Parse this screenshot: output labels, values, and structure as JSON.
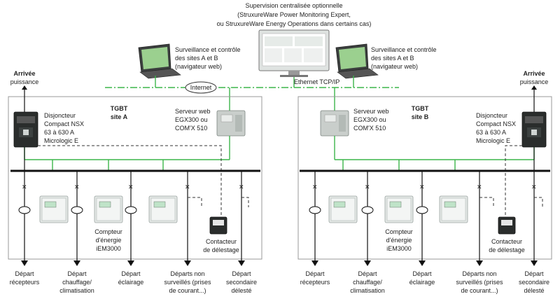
{
  "supervision": {
    "line1": "Supervision centralisée optionnelle",
    "line2": "(StruxureWare Power Monitoring Expert,",
    "line3": "ou StruxureWare Energy Operations dans certains cas)"
  },
  "laptop_left": {
    "line1": "Surveillance et contrôle",
    "line2": "des sites A et B",
    "line3": "(navigateur web)"
  },
  "laptop_right": {
    "line1": "Surveillance et contrôle",
    "line2": "des sites A et B",
    "line3": "(navigateur web)"
  },
  "internet_label": "Internet",
  "ethernet_label": "Ethernet TCP/IP",
  "site_a": {
    "arrivee": {
      "line1": "Arrivée",
      "line2": "puissance"
    },
    "breaker": {
      "line1": "Disjoncteur",
      "line2": "Compact NSX",
      "line3": "63 à 630 A",
      "line4": "Micrologic E"
    },
    "tgbt": {
      "line1": "TGBT",
      "line2": "site A"
    },
    "server": {
      "line1": "Serveur web",
      "line2": "EGX300 ou",
      "line3": "COM'X 510"
    },
    "meter": {
      "line1": "Compteur",
      "line2": "d'énergie",
      "line3": "iEM3000"
    },
    "contactor": {
      "line1": "Contacteur",
      "line2": "de délestage"
    },
    "departs": [
      {
        "line1": "Départ",
        "line2": "récepteurs",
        "line3": ""
      },
      {
        "line1": "Départ",
        "line2": "chauffage/",
        "line3": "climatisation"
      },
      {
        "line1": "Départ",
        "line2": "éclairage",
        "line3": ""
      },
      {
        "line1": "Départs non",
        "line2": "surveillés (prises",
        "line3": "de courant...)"
      },
      {
        "line1": "Départ",
        "line2": "secondaire",
        "line3": "délesté"
      }
    ]
  },
  "site_b": {
    "arrivee": {
      "line1": "Arrivée",
      "line2": "puissance"
    },
    "breaker": {
      "line1": "Disjoncteur",
      "line2": "Compact NSX",
      "line3": "63 à 630 A",
      "line4": "Micrologic E"
    },
    "tgbt": {
      "line1": "TGBT",
      "line2": "site B"
    },
    "server": {
      "line1": "Serveur web",
      "line2": "EGX300 ou",
      "line3": "COM'X 510"
    },
    "meter": {
      "line1": "Compteur",
      "line2": "d'énergie",
      "line3": "iEM3000"
    },
    "contactor": {
      "line1": "Contacteur",
      "line2": "de délestage"
    },
    "departs": [
      {
        "line1": "Départ",
        "line2": "récepteurs",
        "line3": ""
      },
      {
        "line1": "Départ",
        "line2": "chauffage/",
        "line3": "climatisation"
      },
      {
        "line1": "Départ",
        "line2": "éclairage",
        "line3": ""
      },
      {
        "line1": "Départs non",
        "line2": "surveillés (prises",
        "line3": "de courant...)"
      },
      {
        "line1": "Départ",
        "line2": "secondaire",
        "line3": "délesté"
      }
    ]
  },
  "colors": {
    "network": "#3bb54a",
    "wire": "#111111",
    "frame": "#999999"
  }
}
